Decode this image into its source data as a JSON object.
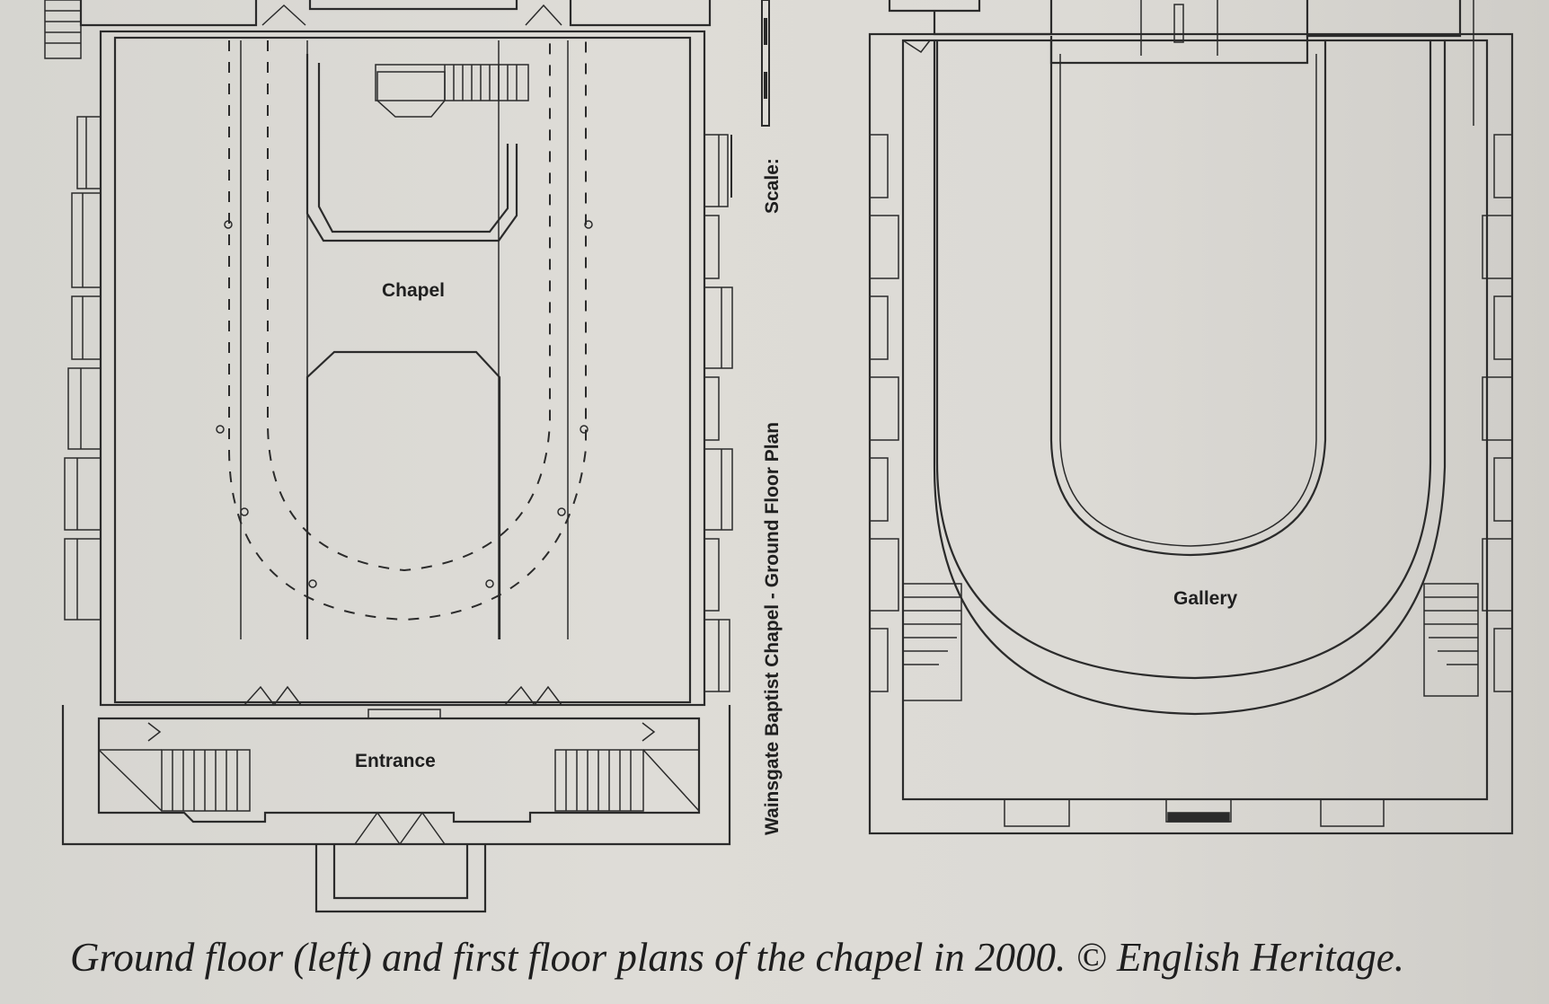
{
  "ground_floor": {
    "chapel_label": "Chapel",
    "entrance_label": "Entrance"
  },
  "first_floor": {
    "gallery_label": "Gallery"
  },
  "side_title": "Wainsgate Baptist Chapel - Ground Floor Plan",
  "scale_label": "Scale:",
  "caption": "Ground floor (left) and first floor plans of the chapel in 2000. © English Heritage."
}
